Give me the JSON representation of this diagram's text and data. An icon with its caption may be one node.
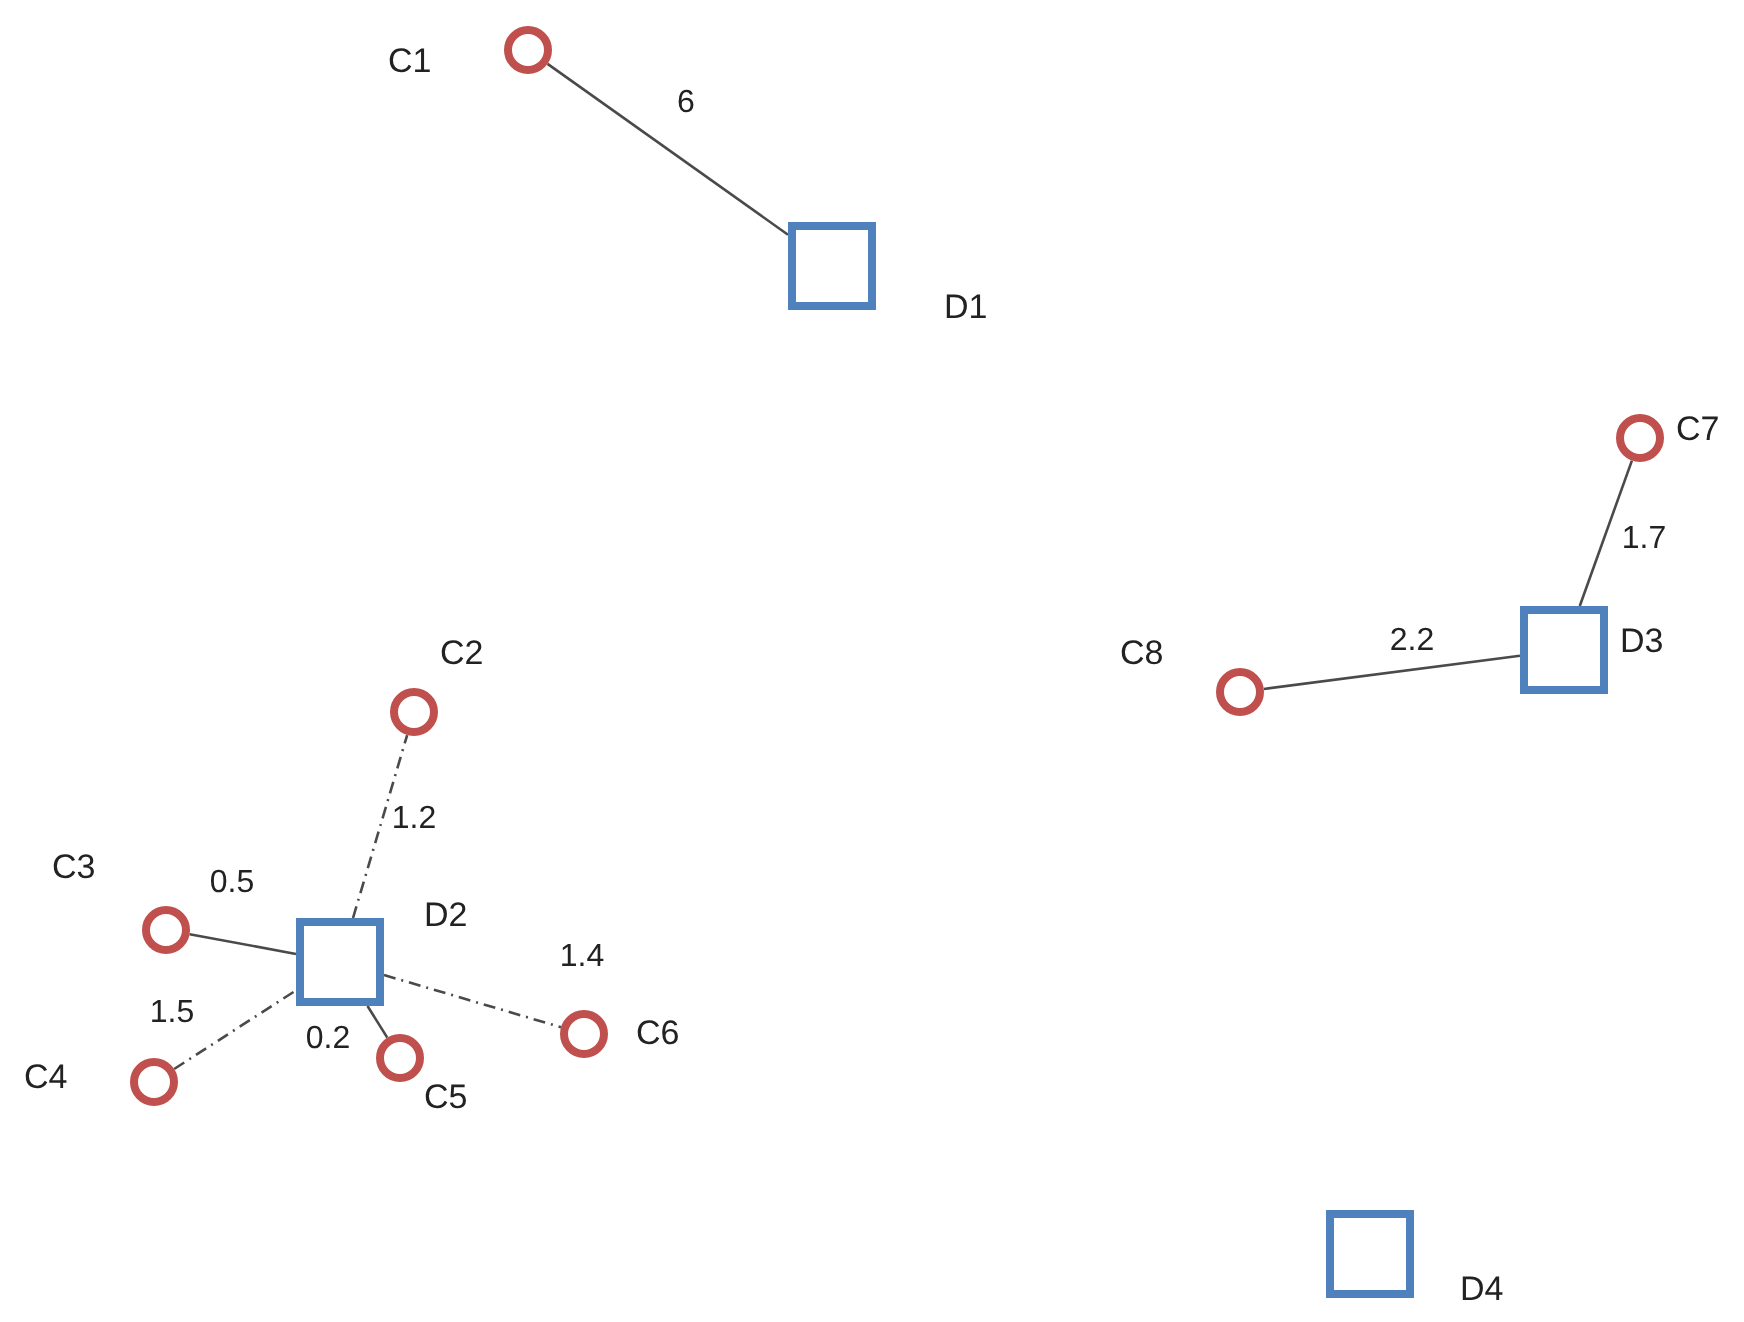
{
  "diagram": {
    "nodes": [
      {
        "text": [],
        "shape": "circle",
        "beside": [
          "C1"
        ]
      },
      {
        "text": [],
        "shape": "box",
        "beside": [
          "D1"
        ]
      },
      {
        "text": [],
        "shape": "circle",
        "beside": [
          "C7"
        ]
      },
      {
        "text": [],
        "shape": "circle",
        "beside": [
          "C2"
        ]
      },
      {
        "text": [],
        "shape": "circle",
        "beside": [
          "C8"
        ]
      },
      {
        "text": [],
        "shape": "box",
        "beside": [
          "D3"
        ]
      },
      {
        "text": [],
        "shape": "circle",
        "beside": [
          "C3"
        ]
      },
      {
        "text": [],
        "shape": "box",
        "beside": [
          "D2"
        ]
      },
      {
        "text": [],
        "shape": "circle",
        "beside": [
          "C6"
        ]
      },
      {
        "text": [],
        "shape": "circle",
        "beside": [
          "C4"
        ]
      },
      {
        "text": [],
        "shape": "circle",
        "beside": [
          "C5"
        ]
      },
      {
        "text": [],
        "shape": "box",
        "beside": [
          "D4"
        ]
      }
    ],
    "edges": [
      {
        "from": 0,
        "to": 1,
        "arrow": "none",
        "label": "6"
      },
      {
        "from": 5,
        "to": 2,
        "arrow": "none",
        "label": "1.7"
      },
      {
        "from": 4,
        "to": 5,
        "arrow": "none",
        "label": "2.2"
      },
      {
        "from": 7,
        "to": 3,
        "arrow": "none",
        "label": "1.2",
        "style": "dashed"
      },
      {
        "from": 6,
        "to": 7,
        "arrow": "none",
        "label": "0.5"
      },
      {
        "from": 9,
        "to": 7,
        "arrow": "none",
        "label": "1.5",
        "style": "dashed"
      },
      {
        "from": 7,
        "to": 10,
        "arrow": "none",
        "label": "0.2"
      },
      {
        "from": 7,
        "to": 8,
        "arrow": "none",
        "label": "1.4",
        "style": "dashed"
      }
    ]
  }
}
